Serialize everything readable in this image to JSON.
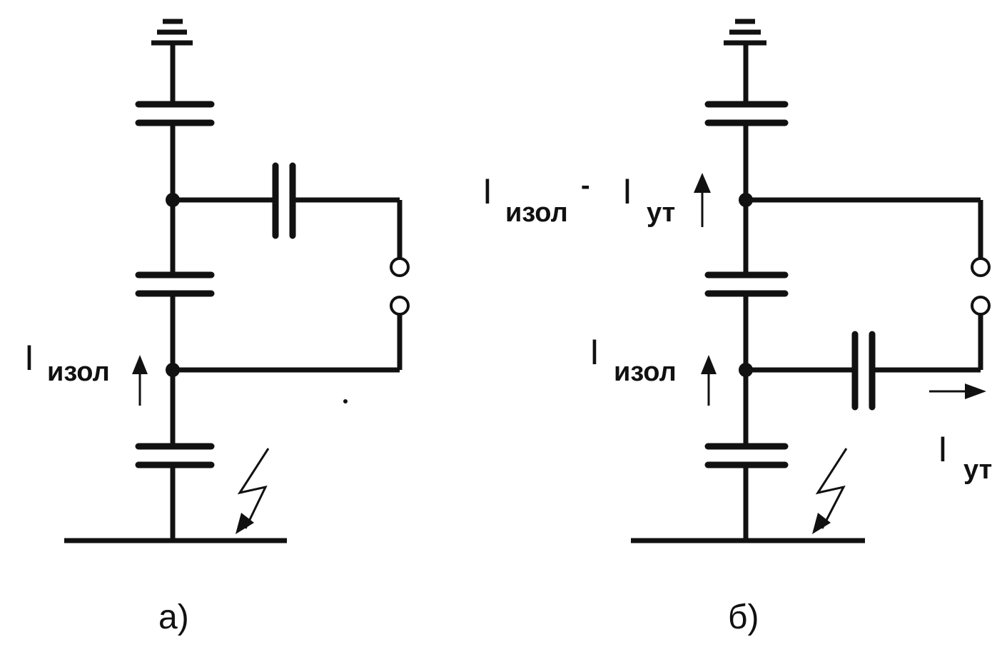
{
  "panels": [
    {
      "id": "a",
      "caption": "а)",
      "labels": [
        {
          "main": "I",
          "sub": "изол"
        }
      ]
    },
    {
      "id": "b",
      "caption": "б)",
      "labels": [
        {
          "main": "I",
          "sub": "изол",
          "suffix": "-"
        },
        {
          "main": "I",
          "sub": "ут"
        },
        {
          "main": "I",
          "sub": "изол"
        },
        {
          "main": "I",
          "sub": "ут"
        }
      ]
    }
  ]
}
